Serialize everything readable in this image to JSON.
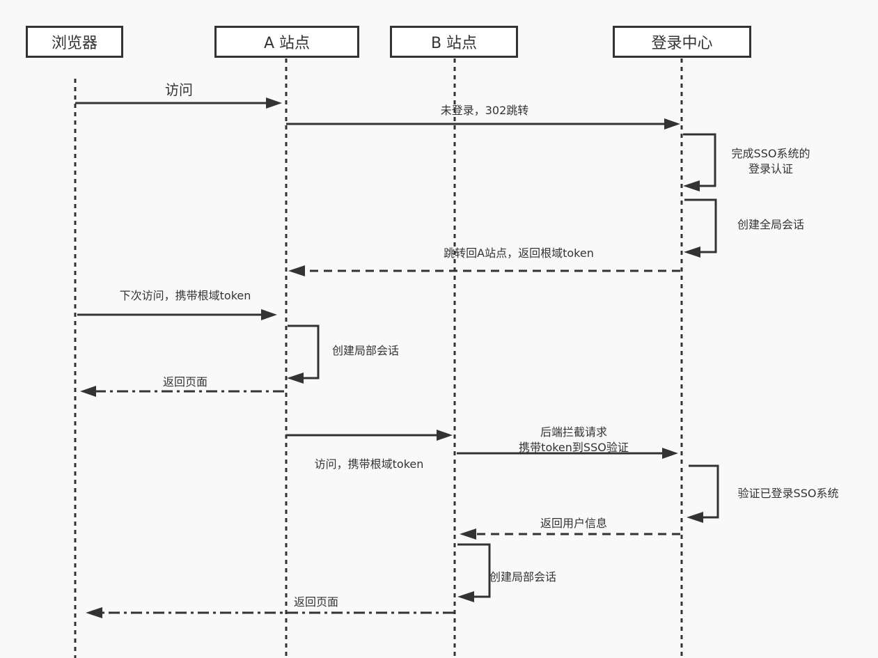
{
  "diagram": {
    "type": "sequence",
    "colors": {
      "background": "#f9f9f9",
      "stroke": "#333333",
      "box_fill": "#ffffff"
    },
    "actors": [
      {
        "id": "browser",
        "label": "浏览器"
      },
      {
        "id": "siteA",
        "label": "A 站点"
      },
      {
        "id": "siteB",
        "label": "B 站点"
      },
      {
        "id": "sso",
        "label": "登录中心"
      }
    ],
    "messages": [
      {
        "from": "browser",
        "to": "siteA",
        "style": "solid",
        "label": "访问"
      },
      {
        "from": "siteA",
        "to": "sso",
        "style": "solid",
        "label": "未登录，302跳转"
      },
      {
        "from": "sso",
        "to": "sso",
        "style": "self",
        "label": "完成SSO系统的\n登录认证"
      },
      {
        "from": "sso",
        "to": "sso",
        "style": "self",
        "label": "创建全局会话"
      },
      {
        "from": "sso",
        "to": "siteA",
        "style": "dashed",
        "label": "跳转回A站点，返回根域token"
      },
      {
        "from": "browser",
        "to": "siteA",
        "style": "solid",
        "label": "下次访问，携带根域token"
      },
      {
        "from": "siteA",
        "to": "siteA",
        "style": "self",
        "label": "创建局部会话"
      },
      {
        "from": "siteA",
        "to": "browser",
        "style": "dashdot",
        "label": "返回页面"
      },
      {
        "from": "siteA",
        "to": "siteB",
        "style": "solid",
        "label": "访问，携带根域token"
      },
      {
        "from": "siteB",
        "to": "sso",
        "style": "solid",
        "label": "后端拦截请求\n携带token到SSO验证"
      },
      {
        "from": "sso",
        "to": "sso",
        "style": "self",
        "label": "验证已登录SSO系统"
      },
      {
        "from": "sso",
        "to": "siteB",
        "style": "dashed",
        "label": "返回用户信息"
      },
      {
        "from": "siteB",
        "to": "siteB",
        "style": "self",
        "label": "创建局部会话"
      },
      {
        "from": "siteB",
        "to": "browser",
        "style": "dashdot",
        "label": "返回页面"
      }
    ]
  }
}
